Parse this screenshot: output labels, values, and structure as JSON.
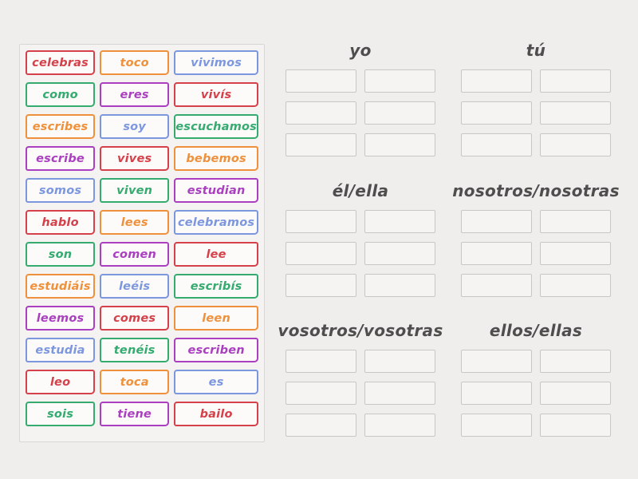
{
  "palette": {
    "red": "#d5414b",
    "orange": "#ef913c",
    "blue": "#7d97de",
    "green": "#35ab70",
    "purple": "#aa3fc0",
    "header_text": "#4e4e4e",
    "page_bg": "#f0eeec",
    "panel_bg": "#f5f3f1",
    "panel_border": "#d9d6d3",
    "tile_bg": "#fcfbfa",
    "slot_bg": "#f6f4f3",
    "slot_border": "#c9c6c3"
  },
  "word_bank": {
    "tiles": [
      {
        "word": "celebras",
        "color": "red"
      },
      {
        "word": "toco",
        "color": "orange"
      },
      {
        "word": "vivimos",
        "color": "blue"
      },
      {
        "word": "como",
        "color": "green"
      },
      {
        "word": "eres",
        "color": "purple"
      },
      {
        "word": "vivís",
        "color": "red"
      },
      {
        "word": "escribes",
        "color": "orange"
      },
      {
        "word": "soy",
        "color": "blue"
      },
      {
        "word": "escuchamos",
        "color": "green"
      },
      {
        "word": "escribe",
        "color": "purple"
      },
      {
        "word": "vives",
        "color": "red"
      },
      {
        "word": "bebemos",
        "color": "orange"
      },
      {
        "word": "somos",
        "color": "blue"
      },
      {
        "word": "viven",
        "color": "green"
      },
      {
        "word": "estudian",
        "color": "purple"
      },
      {
        "word": "hablo",
        "color": "red"
      },
      {
        "word": "lees",
        "color": "orange"
      },
      {
        "word": "celebramos",
        "color": "blue"
      },
      {
        "word": "son",
        "color": "green"
      },
      {
        "word": "comen",
        "color": "purple"
      },
      {
        "word": "lee",
        "color": "red"
      },
      {
        "word": "estudiáis",
        "color": "orange"
      },
      {
        "word": "leéis",
        "color": "blue"
      },
      {
        "word": "escribís",
        "color": "green"
      },
      {
        "word": "leemos",
        "color": "purple"
      },
      {
        "word": "comes",
        "color": "red"
      },
      {
        "word": "leen",
        "color": "orange"
      },
      {
        "word": "estudia",
        "color": "blue"
      },
      {
        "word": "tenéis",
        "color": "green"
      },
      {
        "word": "escriben",
        "color": "purple"
      },
      {
        "word": "leo",
        "color": "red"
      },
      {
        "word": "toca",
        "color": "orange"
      },
      {
        "word": "es",
        "color": "blue"
      },
      {
        "word": "sois",
        "color": "green"
      },
      {
        "word": "tiene",
        "color": "purple"
      },
      {
        "word": "bailo",
        "color": "red"
      }
    ]
  },
  "groups": [
    {
      "id": "yo",
      "label": "yo",
      "slots": 6
    },
    {
      "id": "tu",
      "label": "tú",
      "slots": 6
    },
    {
      "id": "el-ella",
      "label": "él/ella",
      "slots": 6
    },
    {
      "id": "nosotros-nosotras",
      "label": "nosotros/nosotras",
      "slots": 6
    },
    {
      "id": "vosotros-vosotras",
      "label": "vosotros/vosotras",
      "slots": 6
    },
    {
      "id": "ellos-ellas",
      "label": "ellos/ellas",
      "slots": 6
    }
  ]
}
